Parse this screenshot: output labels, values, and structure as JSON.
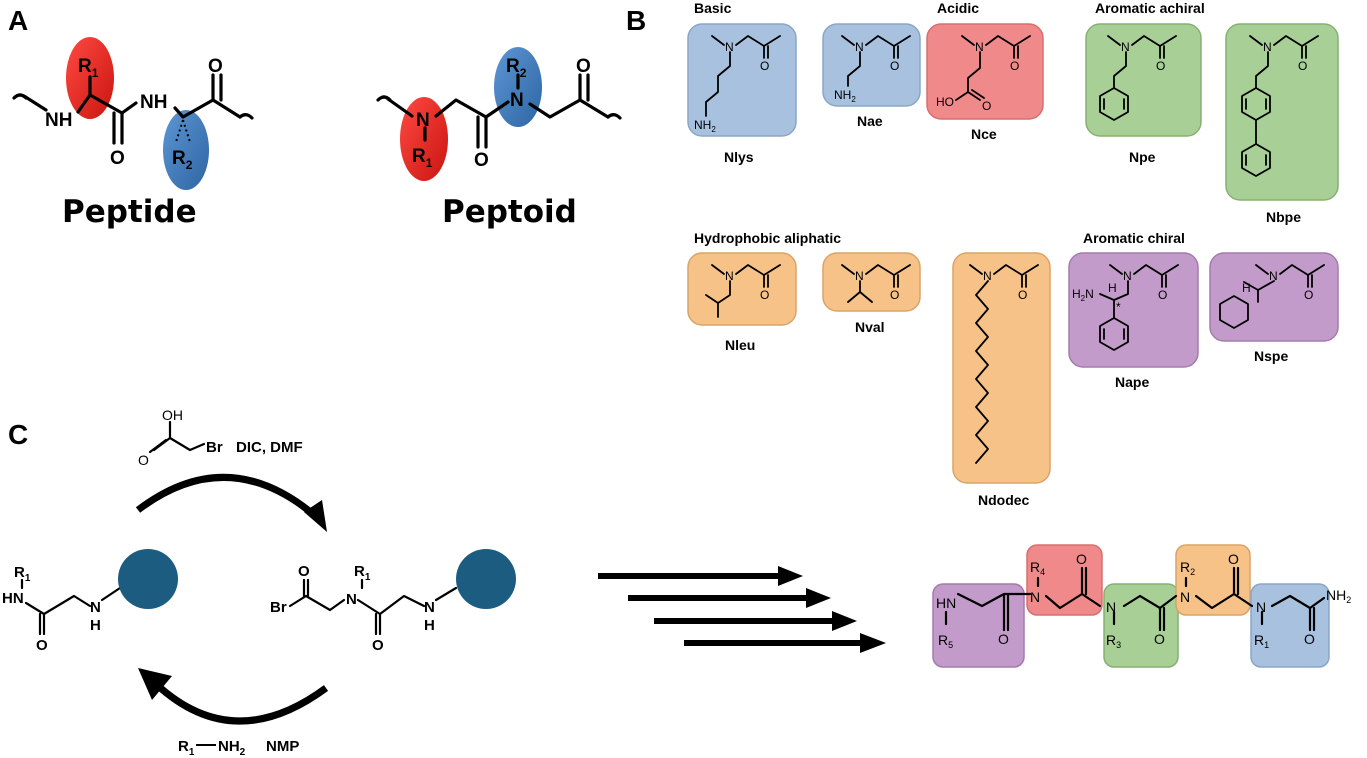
{
  "panel_labels": {
    "a": "A",
    "b": "B",
    "c": "C"
  },
  "panel_a": {
    "peptide_title": "Peptide",
    "peptoid_title": "Peptoid",
    "r1": "R",
    "r1_sub": "1",
    "r2": "R",
    "r2_sub": "2",
    "nh": "NH",
    "n": "N",
    "o": "O",
    "colors": {
      "r1": "#e8241f",
      "r2": "#3f7bbd"
    }
  },
  "panel_b": {
    "categories": {
      "basic": "Basic",
      "acidic": "Acidic",
      "aromatic_achiral": "Aromatic achiral",
      "hydrophobic_aliphatic": "Hydrophobic aliphatic",
      "aromatic_chiral": "Aromatic chiral"
    },
    "monomers": {
      "nlys": "Nlys",
      "nae": "Nae",
      "nce": "Nce",
      "npe": "Npe",
      "nbpe": "Nbpe",
      "nleu": "Nleu",
      "nval": "Nval",
      "ndodec": "Ndodec",
      "nape": "Nape",
      "nspe": "Nspe"
    },
    "atoms": {
      "n": "N",
      "o": "O",
      "nh2": "NH",
      "nh2_sub": "2",
      "ho": "HO",
      "h2n": "H",
      "h2n_tail": "N",
      "h": "H",
      "star": "*"
    },
    "colors": {
      "basic": "#a7c1df",
      "acidic": "#f08a8a",
      "aromatic": "#a8cf95",
      "aliphatic": "#f7c288",
      "chiral": "#c39bcb"
    }
  },
  "panel_c": {
    "reagent_top": "DIC, DMF",
    "reagent_bottom": "NMP",
    "bromoacetic": {
      "oh": "OH",
      "o": "O",
      "br": "Br"
    },
    "amine": {
      "r": "R",
      "sub": "1",
      "nh": "NH",
      "sub2": "2"
    },
    "left_mol": {
      "r1": "R",
      "r1_sub": "1",
      "hn": "HN",
      "o": "O",
      "nh": "N",
      "h": "H"
    },
    "mid_mol": {
      "o": "O",
      "br": "Br",
      "n": "N",
      "r1": "R",
      "r1_sub": "1",
      "nh": "N",
      "h": "H"
    },
    "product": {
      "hn": "HN",
      "n": "N",
      "o": "O",
      "nh2": "NH",
      "nh2_sub": "2",
      "r": "R",
      "subs": [
        "5",
        "4",
        "3",
        "2",
        "1"
      ]
    },
    "resin_color": "#1b5c80"
  }
}
